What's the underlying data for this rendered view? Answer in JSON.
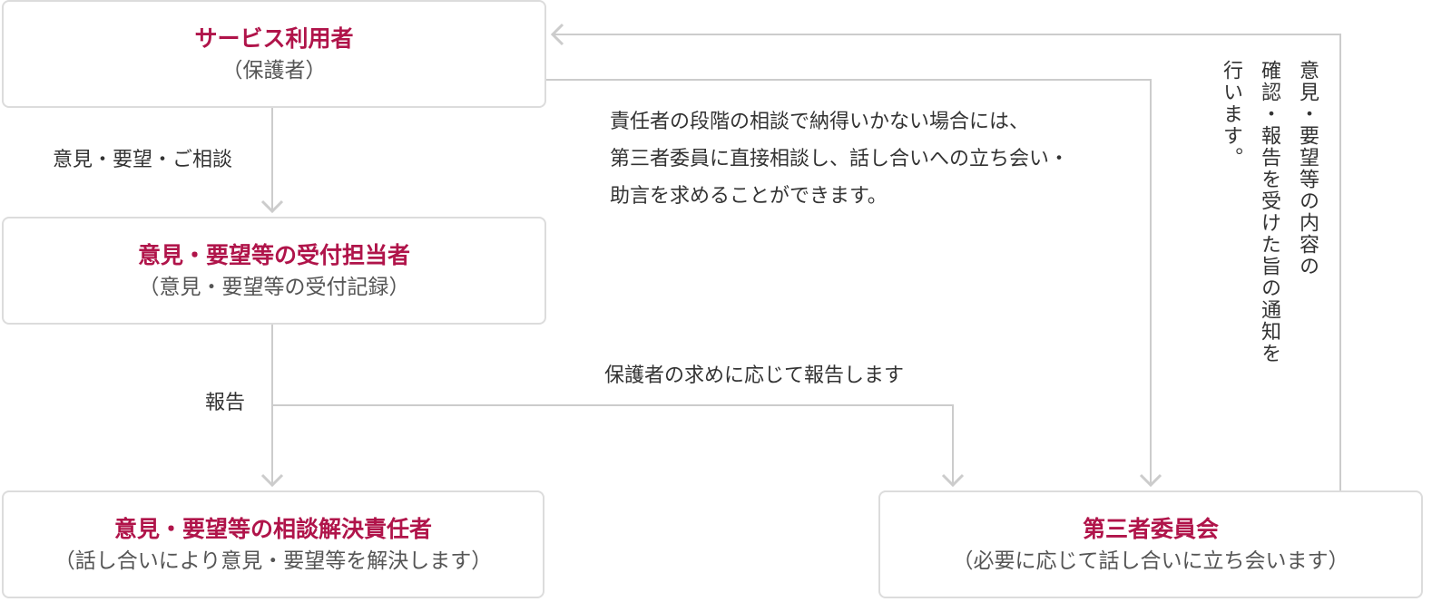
{
  "nodes": {
    "user": {
      "title": "サービス利用者",
      "sub": "（保護者）"
    },
    "reception": {
      "title": "意見・要望等の受付担当者",
      "sub": "（意見・要望等の受付記録）"
    },
    "resolver": {
      "title": "意見・要望等の相談解決責任者",
      "sub": "（話し合いにより意見・要望等を解決します）"
    },
    "committee": {
      "title": "第三者委員会",
      "sub": "（必要に応じて話し合いに立ち会います）"
    }
  },
  "edges": {
    "opinion_label": "意見・要望・ご相談",
    "report_label": "報告",
    "request_report_label": "保護者の求めに応じて報告します",
    "escalation_note": [
      "責任者の段階の相談で納得いかない場合には、",
      "第三者委員に直接相談し、話し合いへの立ち会い・",
      "助言を求めることができます。"
    ],
    "notification_note": [
      "意見・要望等の内容の",
      "確認・報告を受けた旨の通知を",
      "行います。"
    ]
  },
  "colors": {
    "title": "#b0144a",
    "border": "#dcdcdc",
    "connector": "#cccccc",
    "text": "#333333"
  }
}
